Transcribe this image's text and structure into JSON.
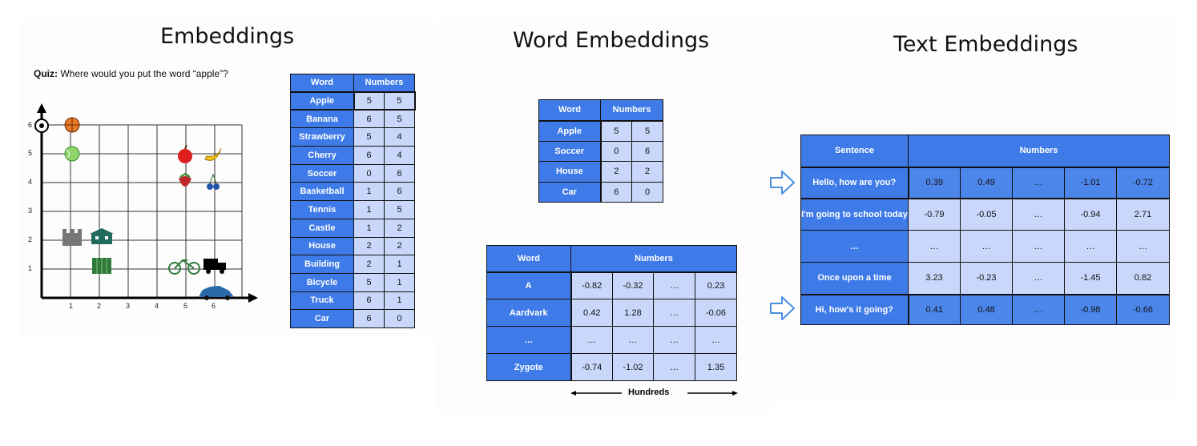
{
  "left": {
    "title": "Embeddings",
    "quiz_bold": "Quiz:",
    "quiz_text": "Where would you put the word “apple”?",
    "x_ticks": [
      "1",
      "2",
      "3",
      "4",
      "5",
      "6"
    ],
    "y_ticks": [
      "1",
      "2",
      "3",
      "4",
      "5",
      "6"
    ],
    "plot_items": [
      {
        "name": "basketball",
        "x": 1,
        "y": 6,
        "icon": "basketball-icon"
      },
      {
        "name": "tennis",
        "x": 1,
        "y": 5,
        "icon": "tennis-ball-icon"
      },
      {
        "name": "apple",
        "x": 5,
        "y": 5,
        "icon": "apple-icon"
      },
      {
        "name": "banana",
        "x": 6,
        "y": 5,
        "icon": "banana-icon"
      },
      {
        "name": "strawberry",
        "x": 5,
        "y": 4,
        "icon": "strawberry-icon"
      },
      {
        "name": "cherry",
        "x": 6,
        "y": 4,
        "icon": "cherry-icon"
      },
      {
        "name": "castle",
        "x": 1,
        "y": 2,
        "icon": "castle-icon"
      },
      {
        "name": "house",
        "x": 2,
        "y": 2,
        "icon": "house-icon"
      },
      {
        "name": "building",
        "x": 2,
        "y": 1,
        "icon": "building-icon"
      },
      {
        "name": "bicycle",
        "x": 5,
        "y": 1,
        "icon": "bicycle-icon"
      },
      {
        "name": "truck",
        "x": 6,
        "y": 1,
        "icon": "truck-icon"
      },
      {
        "name": "car",
        "x": 6,
        "y": 0,
        "icon": "car-icon"
      },
      {
        "name": "soccer",
        "x": 0,
        "y": 6,
        "icon": "soccer-ball-icon"
      }
    ],
    "table": {
      "headers": [
        "Word",
        "Numbers"
      ],
      "rows": [
        [
          "Apple",
          "5",
          "5"
        ],
        [
          "Banana",
          "6",
          "5"
        ],
        [
          "Strawberry",
          "5",
          "4"
        ],
        [
          "Cherry",
          "6",
          "4"
        ],
        [
          "Soccer",
          "0",
          "6"
        ],
        [
          "Basketball",
          "1",
          "6"
        ],
        [
          "Tennis",
          "1",
          "5"
        ],
        [
          "Castle",
          "1",
          "2"
        ],
        [
          "House",
          "2",
          "2"
        ],
        [
          "Building",
          "2",
          "1"
        ],
        [
          "Bicycle",
          "5",
          "1"
        ],
        [
          "Truck",
          "6",
          "1"
        ],
        [
          "Car",
          "6",
          "0"
        ]
      ]
    }
  },
  "middle": {
    "title": "Word Embeddings",
    "small_table": {
      "headers": [
        "Word",
        "Numbers"
      ],
      "rows": [
        [
          "Apple",
          "5",
          "5"
        ],
        [
          "Soccer",
          "0",
          "6"
        ],
        [
          "House",
          "2",
          "2"
        ],
        [
          "Car",
          "6",
          "0"
        ]
      ]
    },
    "big_table": {
      "headers": [
        "Word",
        "Numbers"
      ],
      "rows": [
        [
          "A",
          "-0.82",
          "-0.32",
          "…",
          "0.23"
        ],
        [
          "Aardvark",
          "0.42",
          "1.28",
          "…",
          "-0.06"
        ],
        [
          "…",
          "…",
          "…",
          "…",
          "…"
        ],
        [
          "Zygote",
          "-0.74",
          "-1.02",
          "…",
          "1.35"
        ]
      ]
    },
    "hundreds_label": "Hundreds"
  },
  "right": {
    "title": "Text Embeddings",
    "table": {
      "headers": [
        "Sentence",
        "Numbers"
      ],
      "rows": [
        [
          "Hello, how are you?",
          "0.39",
          "0.49",
          "…",
          "-1.01",
          "-0.72"
        ],
        [
          "I'm going to school today",
          "-0.79",
          "-0.05",
          "…",
          "-0.94",
          "2.71"
        ],
        [
          "…",
          "…",
          "…",
          "…",
          "…",
          "…"
        ],
        [
          "Once upon a time",
          "3.23",
          "-0.23",
          "…",
          "-1.45",
          "0.82"
        ],
        [
          "Hi, how's it going?",
          "0.41",
          "0.48",
          "…",
          "-0.98",
          "-0.66"
        ]
      ]
    }
  },
  "colors": {
    "header_blue": "#3f7be8",
    "light_blue": "#c9d7fb",
    "mid_blue": "#4d86ea",
    "arrow_blue": "#4a90e2"
  }
}
